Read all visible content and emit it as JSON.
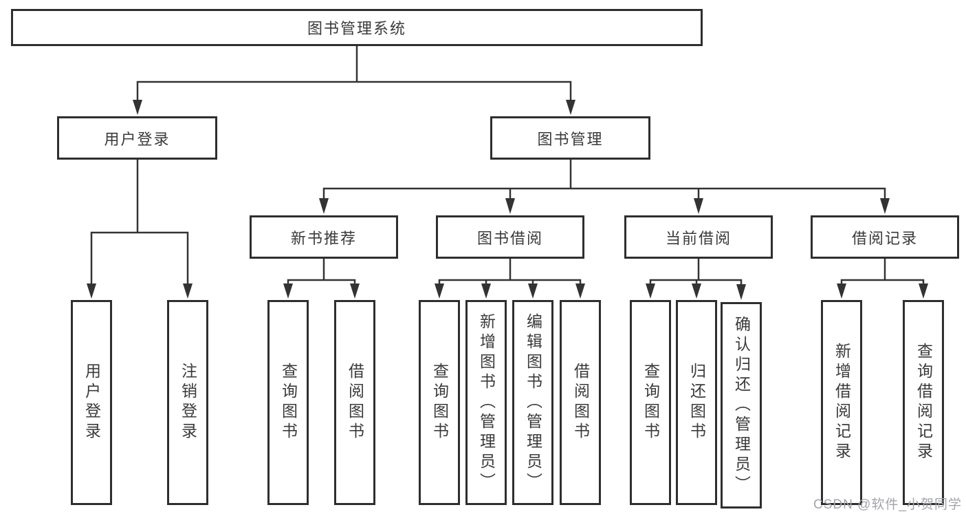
{
  "tree": {
    "root": "图书管理系统",
    "children": [
      {
        "label": "用户登录",
        "children": [
          "用户登录",
          "注销登录"
        ]
      },
      {
        "label": "图书管理",
        "children": [
          {
            "label": "新书推荐",
            "children": [
              "查询图书",
              "借阅图书"
            ]
          },
          {
            "label": "图书借阅",
            "children": [
              "查询图书",
              "新增图书（管理员）",
              "编辑图书（管理员）",
              "借阅图书"
            ]
          },
          {
            "label": "当前借阅",
            "children": [
              "查询图书",
              "归还图书",
              "确认归还（管理员）"
            ]
          },
          {
            "label": "借阅记录",
            "children": [
              "新增借阅记录",
              "查询借阅记录"
            ]
          }
        ]
      }
    ]
  },
  "colors": {
    "line": "#333333",
    "border": "#2e2e2e",
    "text": "#3a3a3a",
    "watermark": "#a3a4aa"
  },
  "watermark": "CSDN @软件_小贺同学"
}
